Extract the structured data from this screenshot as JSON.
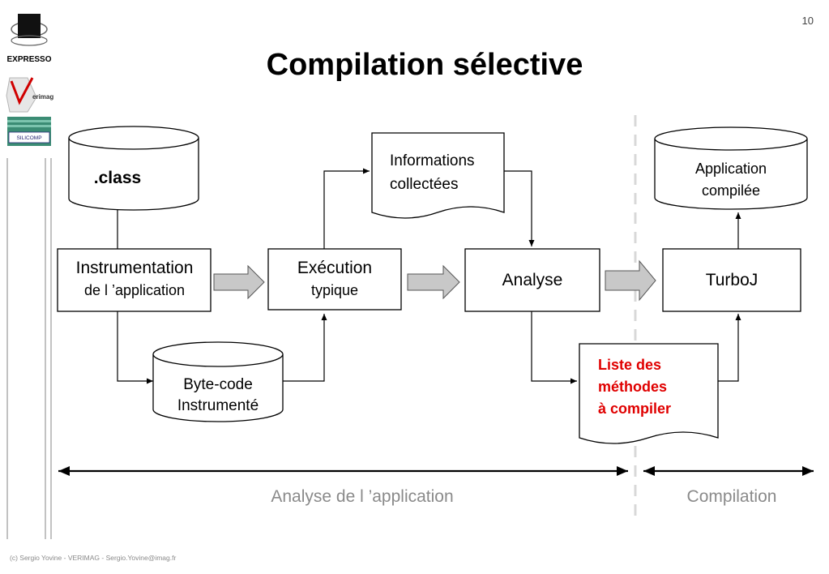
{
  "slide": {
    "page_number": "10",
    "title": "Compilation sélective",
    "footer": "(c) Sergio Yovine - VERIMAG - Sergio.Yovine@imag.fr"
  },
  "logos": {
    "expresso": "EXPRESSO",
    "verimag": "erimag",
    "silicomp": "SILICOMP"
  },
  "nodes": {
    "class_db": ".class",
    "instrumentation": [
      "Instrumentation",
      "de l ’application"
    ],
    "bytecode_db": [
      "Byte-code",
      "Instrumenté"
    ],
    "execution": [
      "Exécution",
      "typique"
    ],
    "informations": [
      "Informations",
      "collectées"
    ],
    "analyse": "Analyse",
    "liste": [
      "Liste des",
      "méthodes",
      "à compiler"
    ],
    "turboj": "TurboJ",
    "application_db": [
      "Application",
      "compilée"
    ]
  },
  "phases": {
    "analyse_label": "Analyse de l ’application",
    "compilation_label": "Compilation"
  },
  "colors": {
    "highlight": "#e00000",
    "phase_label": "#8a8a8a",
    "block_arrow_fill": "#c8c8c8"
  }
}
